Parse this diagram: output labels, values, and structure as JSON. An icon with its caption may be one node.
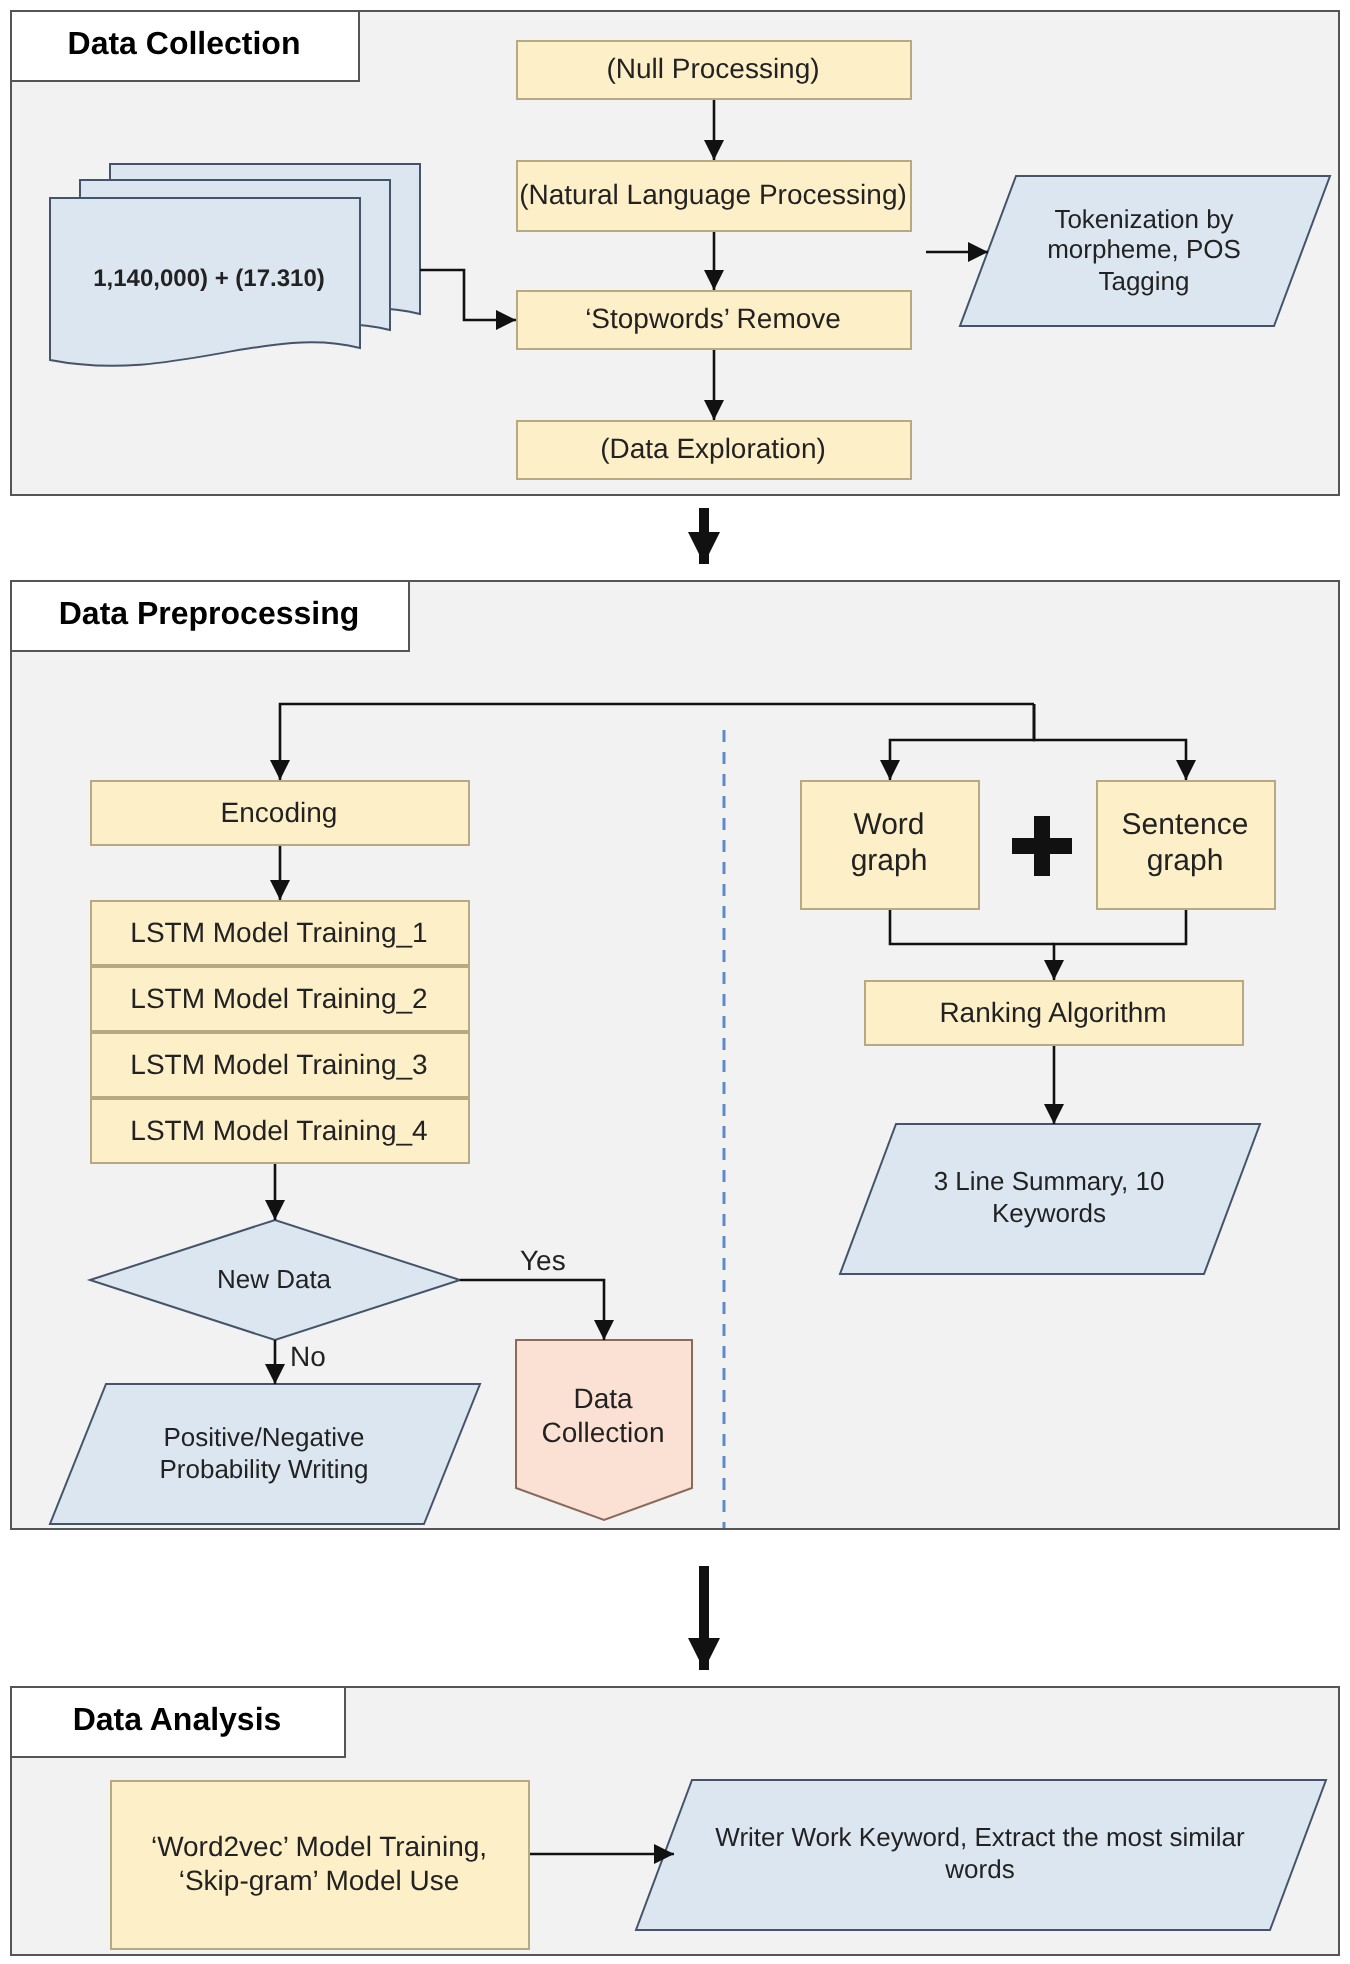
{
  "diagram": {
    "nodes": [
      {
        "text": [
          "Data Collection"
        ]
      },
      {
        "text": [
          "(Null Processing)"
        ],
        "in": 0
      },
      {
        "text": [
          "(Natural Language Processing)"
        ],
        "in": 0
      },
      {
        "text": [
          "‘Stopwords’ Remove"
        ],
        "in": 0
      },
      {
        "text": [
          "(Data Exploration)"
        ],
        "in": 0
      },
      {
        "text": [
          "1,140,000) + (17.310)"
        ],
        "in": 0
      },
      {
        "text": [
          "Tokenization by morpheme, POS Tagging"
        ],
        "in": 0
      },
      {
        "text": [
          "Data Preprocessing"
        ]
      },
      {
        "text": [
          "Encoding"
        ],
        "in": 7
      },
      {
        "text": [
          "LSTM Model Training_1"
        ],
        "in": 7
      },
      {
        "text": [
          "LSTM Model Training_2"
        ],
        "in": 7
      },
      {
        "text": [
          "LSTM Model Training_3"
        ],
        "in": 7
      },
      {
        "text": [
          "LSTM Model Training_4"
        ],
        "in": 7
      },
      {
        "text": [
          "New Data"
        ],
        "in": 7
      },
      {
        "text": [
          "Positive/Negative Probability Writing"
        ],
        "in": 7
      },
      {
        "text": [
          "Data Collection"
        ],
        "in": 7
      },
      {
        "text": [
          "Word graph"
        ],
        "in": 7
      },
      {
        "text": [
          "Sentence graph"
        ],
        "in": 7
      },
      {
        "text": [
          "Ranking Algorithm"
        ],
        "in": 7
      },
      {
        "text": [
          "3 Line Summary, 10 Keywords"
        ],
        "in": 7
      },
      {
        "text": [
          "Data Analysis"
        ]
      },
      {
        "text": [
          "‘Word2vec’ Model Training, ‘Skip-gram’ Model Use"
        ],
        "in": 20
      },
      {
        "text": [
          "Writer Work Keyword, Extract the most similar words"
        ],
        "in": 20
      }
    ],
    "edges": [
      {
        "from": 1,
        "to": 2,
        "arrow": "to"
      },
      {
        "from": 2,
        "to": 3,
        "arrow": "to"
      },
      {
        "from": 3,
        "to": 4,
        "arrow": "to"
      },
      {
        "from": 5,
        "to": 3,
        "arrow": "to"
      },
      {
        "from": null,
        "to": 6,
        "arrow": "to"
      },
      {
        "from": 0,
        "to": 7,
        "arrow": "to",
        "style": "thick"
      },
      {
        "from": 7,
        "to": 20,
        "arrow": "to",
        "style": "thick"
      },
      {
        "from": null,
        "to": 8,
        "arrow": "to"
      },
      {
        "from": null,
        "to": 16,
        "arrow": "to"
      },
      {
        "from": null,
        "to": 17,
        "arrow": "to"
      },
      {
        "from": 8,
        "to": 9,
        "arrow": "to"
      },
      {
        "from": 12,
        "to": 13,
        "arrow": "to"
      },
      {
        "from": 13,
        "to": 15,
        "arrow": "to",
        "label": "Yes"
      },
      {
        "from": 13,
        "to": 14,
        "arrow": "to",
        "label": "No"
      },
      {
        "from": 16,
        "to": 18,
        "arrow": "none"
      },
      {
        "from": 17,
        "to": 18,
        "arrow": "to"
      },
      {
        "from": 18,
        "to": 19,
        "arrow": "to"
      },
      {
        "from": 21,
        "to": 22,
        "arrow": "to"
      }
    ]
  }
}
